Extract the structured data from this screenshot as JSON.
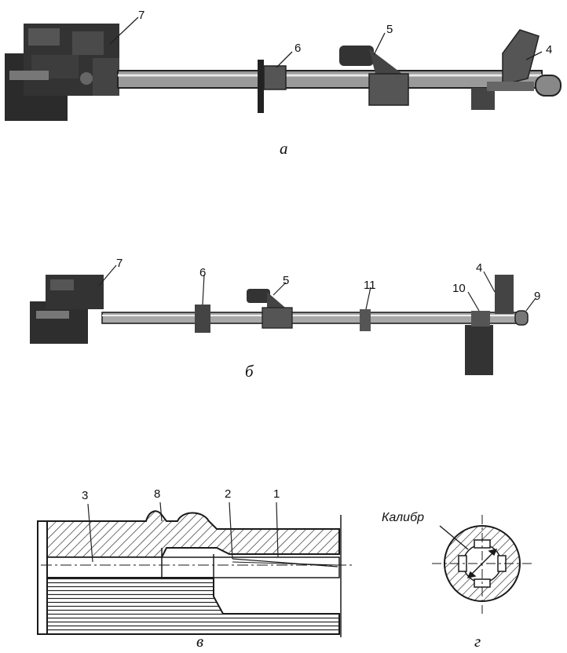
{
  "panel_a": {
    "label": "а",
    "callouts": {
      "c7": "7",
      "c6": "6",
      "c5": "5",
      "c4": "4"
    }
  },
  "panel_b": {
    "label": "б",
    "callouts": {
      "c7": "7",
      "c6": "6",
      "c5": "5",
      "c11": "11",
      "c10": "10",
      "c4": "4",
      "c9": "9"
    }
  },
  "panel_v": {
    "label": "в",
    "callouts": {
      "c3": "3",
      "c8": "8",
      "c2": "2",
      "c1": "1"
    }
  },
  "panel_g": {
    "label": "г",
    "caliber_label": "Калибр"
  }
}
